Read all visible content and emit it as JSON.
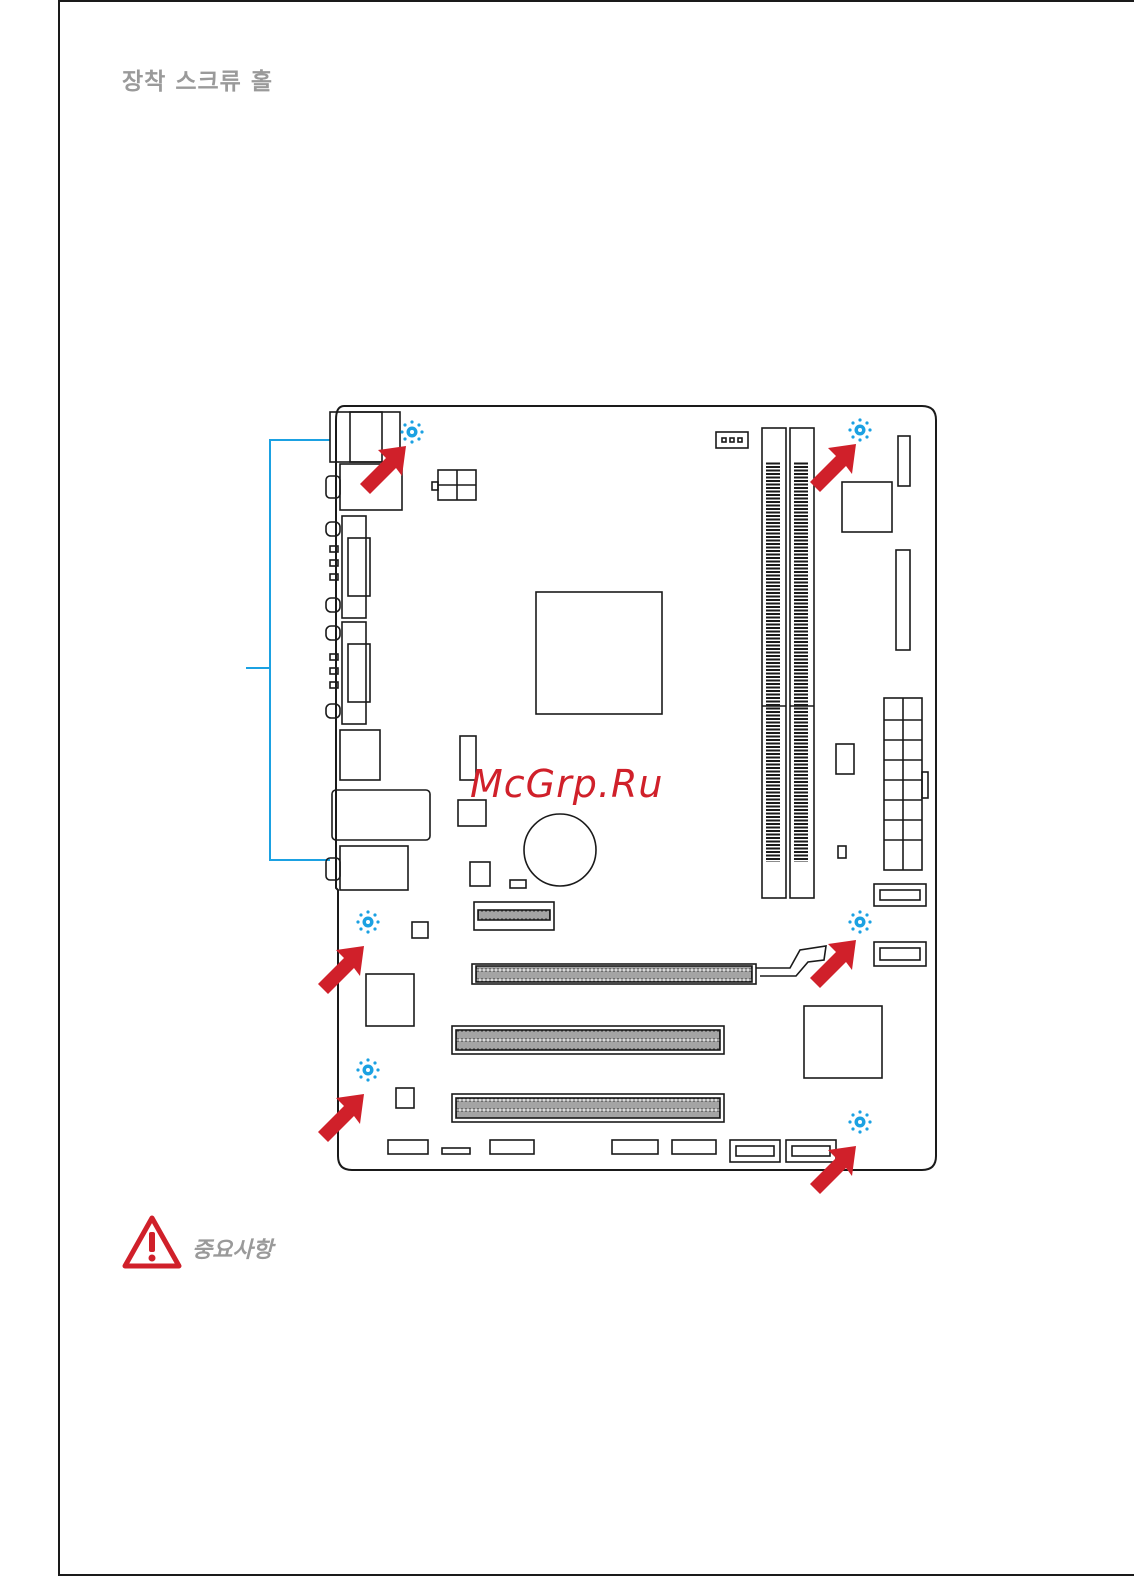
{
  "section": {
    "title": "장착 스크류 홀"
  },
  "watermark": {
    "text": "McGrp.Ru"
  },
  "important": {
    "label": "중요사항",
    "icon": "warning-triangle-icon"
  },
  "colors": {
    "arrow": "#d0202a",
    "hole_marker": "#1ba1e2",
    "board_line": "#1a1a1a",
    "heading_gray": "#9a9a9a"
  }
}
